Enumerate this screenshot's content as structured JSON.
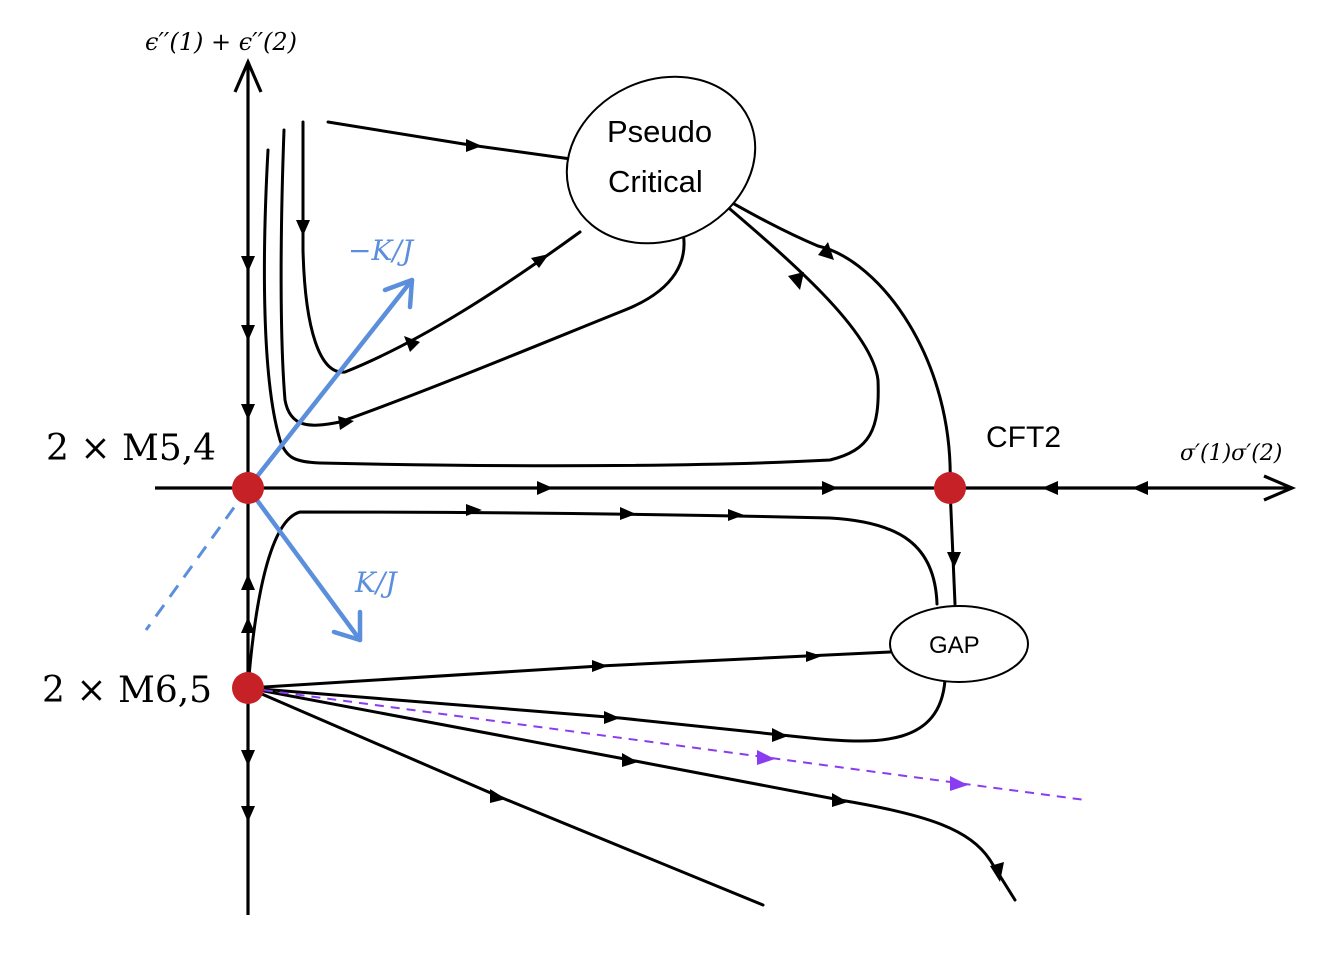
{
  "axes": {
    "y_label": "ϵ′′(1) + ϵ′′(2)",
    "x_label": "σ′(1)σ′(2)"
  },
  "fixed_points": {
    "m54": "2 × M5,4",
    "m65": "2 × M6,5",
    "cft2": "CFT2"
  },
  "regions": {
    "pseudo_critical_line1": "Pseudo",
    "pseudo_critical_line2": "Critical",
    "gap": "GAP"
  },
  "directions": {
    "minus_k_over_j": "−K/J",
    "k_over_j": "K/J"
  },
  "colors": {
    "fixed_point": "#c62127",
    "direction_arrow": "#5b8fdb",
    "dashed_flow": "#8a3cf0",
    "flow_line": "#000000"
  }
}
